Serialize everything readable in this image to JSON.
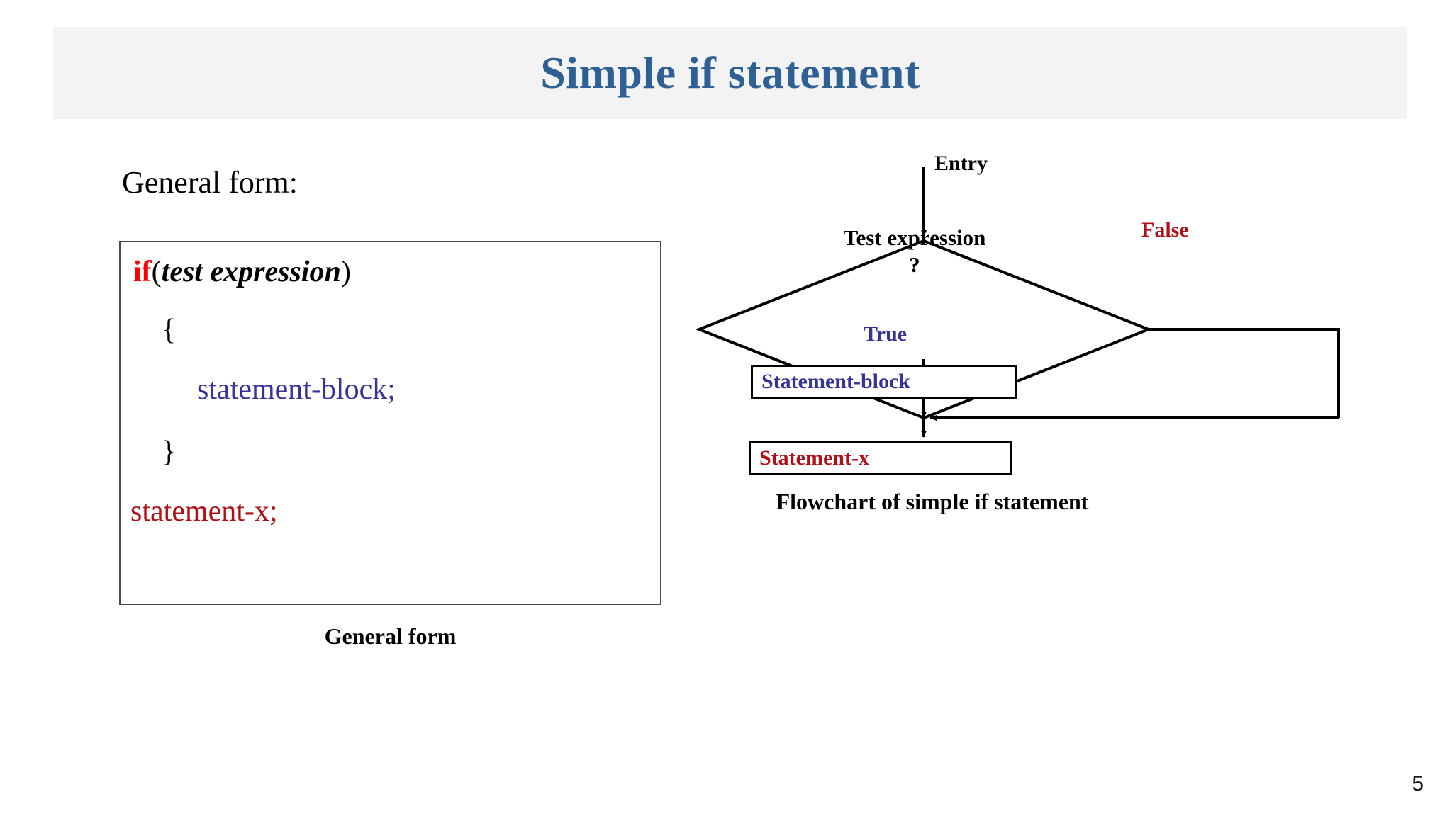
{
  "slide": {
    "title": "Simple if statement",
    "title_color": "#2E6095",
    "banner_color": "#F3F3F3",
    "page_number": "5"
  },
  "general_form": {
    "heading": "General form:",
    "caption": "General form",
    "code": {
      "keyword_if": "if",
      "open_paren": "(",
      "test_expression": "test expression",
      "close_paren": ")",
      "open_brace": "{",
      "statement_block": "statement-block;",
      "close_brace": "}",
      "statement_x": "statement-x;"
    },
    "colors": {
      "keyword": "#FF0000",
      "statement_block": "#333399",
      "statement_x": "#B01116",
      "default": "#000000"
    }
  },
  "flowchart": {
    "caption": "Flowchart of simple if statement",
    "entry_label": "Entry",
    "decision": {
      "line1": "Test expression",
      "line2": "?"
    },
    "branch_true": "True",
    "branch_false": "False",
    "box_statement_block": "Statement-block",
    "box_statement_x": "Statement-x",
    "colors": {
      "true_label": "#333399",
      "false_label": "#B01116",
      "statement_block_text": "#333399",
      "statement_x_text": "#B01116",
      "stroke": "#000000"
    }
  }
}
